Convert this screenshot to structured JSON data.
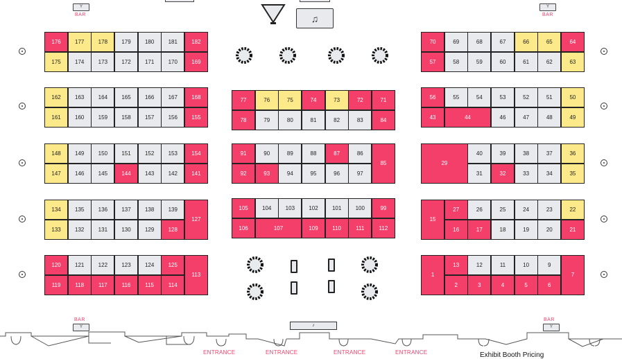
{
  "colors": {
    "sold": "#f43f6a",
    "reserved": "#fbe98a",
    "available": "#e8eaed"
  },
  "bars": {
    "label": "BAR",
    "icon": "cocktail-glass-icon"
  },
  "stage_icon": "music-note-icon",
  "entrance_label": "ENTRANCE",
  "pricing_heading": "Exhibit Booth Pricing",
  "blocks": {
    "L1": [
      [
        "176",
        "sold"
      ],
      [
        "177",
        "reserved"
      ],
      [
        "178",
        "reserved"
      ],
      [
        "179",
        "available"
      ],
      [
        "180",
        "available"
      ],
      [
        "181",
        "available"
      ],
      [
        "182",
        "sold"
      ],
      [
        "175",
        "reserved"
      ],
      [
        "174",
        "available"
      ],
      [
        "173",
        "available"
      ],
      [
        "172",
        "available"
      ],
      [
        "171",
        "available"
      ],
      [
        "170",
        "available"
      ],
      [
        "169",
        "sold"
      ]
    ],
    "L2": [
      [
        "162",
        "reserved"
      ],
      [
        "163",
        "available"
      ],
      [
        "164",
        "available"
      ],
      [
        "165",
        "available"
      ],
      [
        "166",
        "available"
      ],
      [
        "167",
        "available"
      ],
      [
        "168",
        "sold"
      ],
      [
        "161",
        "reserved"
      ],
      [
        "160",
        "available"
      ],
      [
        "159",
        "available"
      ],
      [
        "158",
        "available"
      ],
      [
        "157",
        "available"
      ],
      [
        "156",
        "available"
      ],
      [
        "155",
        "sold"
      ]
    ],
    "L3": [
      [
        "148",
        "reserved"
      ],
      [
        "149",
        "available"
      ],
      [
        "150",
        "available"
      ],
      [
        "151",
        "available"
      ],
      [
        "152",
        "available"
      ],
      [
        "153",
        "available"
      ],
      [
        "154",
        "sold"
      ],
      [
        "147",
        "reserved"
      ],
      [
        "146",
        "available"
      ],
      [
        "145",
        "available"
      ],
      [
        "144",
        "sold"
      ],
      [
        "143",
        "available"
      ],
      [
        "142",
        "available"
      ],
      [
        "141",
        "sold"
      ]
    ],
    "L4": [
      [
        "134",
        "reserved"
      ],
      [
        "135",
        "available"
      ],
      [
        "136",
        "available"
      ],
      [
        "137",
        "available"
      ],
      [
        "138",
        "available"
      ],
      [
        "139",
        "available"
      ],
      [
        "127",
        "sold",
        "tall"
      ],
      [
        "133",
        "reserved"
      ],
      [
        "132",
        "available"
      ],
      [
        "131",
        "available"
      ],
      [
        "130",
        "available"
      ],
      [
        "129",
        "available"
      ],
      [
        "128",
        "sold"
      ]
    ],
    "L5": [
      [
        "120",
        "sold"
      ],
      [
        "121",
        "available"
      ],
      [
        "122",
        "available"
      ],
      [
        "123",
        "available"
      ],
      [
        "124",
        "available"
      ],
      [
        "125",
        "sold"
      ],
      [
        "113",
        "sold",
        "tall"
      ],
      [
        "119",
        "sold"
      ],
      [
        "118",
        "sold"
      ],
      [
        "117",
        "sold"
      ],
      [
        "116",
        "sold"
      ],
      [
        "115",
        "sold"
      ],
      [
        "114",
        "sold"
      ]
    ],
    "M1": [
      [
        "77",
        "sold"
      ],
      [
        "76",
        "reserved"
      ],
      [
        "75",
        "reserved"
      ],
      [
        "74",
        "sold"
      ],
      [
        "73",
        "reserved"
      ],
      [
        "72",
        "sold"
      ],
      [
        "71",
        "sold"
      ],
      [
        "78",
        "sold"
      ],
      [
        "79",
        "available"
      ],
      [
        "80",
        "available"
      ],
      [
        "81",
        "available"
      ],
      [
        "82",
        "available"
      ],
      [
        "83",
        "available"
      ],
      [
        "84",
        "sold"
      ]
    ],
    "M2": [
      [
        "91",
        "sold"
      ],
      [
        "90",
        "available"
      ],
      [
        "89",
        "available"
      ],
      [
        "88",
        "available"
      ],
      [
        "87",
        "sold"
      ],
      [
        "86",
        "available"
      ],
      [
        "85",
        "sold",
        "tall"
      ],
      [
        "92",
        "sold"
      ],
      [
        "93",
        "sold"
      ],
      [
        "94",
        "available"
      ],
      [
        "95",
        "available"
      ],
      [
        "96",
        "available"
      ],
      [
        "97",
        "available"
      ]
    ],
    "M3": [
      [
        "105",
        "sold"
      ],
      [
        "104",
        "available"
      ],
      [
        "103",
        "available"
      ],
      [
        "102",
        "available"
      ],
      [
        "101",
        "available"
      ],
      [
        "100",
        "available"
      ],
      [
        "99",
        "sold"
      ],
      [
        "106",
        "sold"
      ],
      [
        "107",
        "sold",
        "wide"
      ],
      [
        "109",
        "sold"
      ],
      [
        "110",
        "sold"
      ],
      [
        "111",
        "sold"
      ],
      [
        "112",
        "sold"
      ]
    ],
    "R1": [
      [
        "70",
        "sold"
      ],
      [
        "69",
        "available"
      ],
      [
        "68",
        "available"
      ],
      [
        "67",
        "available"
      ],
      [
        "66",
        "reserved"
      ],
      [
        "65",
        "reserved"
      ],
      [
        "64",
        "sold"
      ],
      [
        "57",
        "sold"
      ],
      [
        "58",
        "available"
      ],
      [
        "59",
        "available"
      ],
      [
        "60",
        "available"
      ],
      [
        "61",
        "available"
      ],
      [
        "62",
        "available"
      ],
      [
        "63",
        "reserved"
      ]
    ],
    "R2": [
      [
        "56",
        "sold"
      ],
      [
        "55",
        "available"
      ],
      [
        "54",
        "available"
      ],
      [
        "53",
        "available"
      ],
      [
        "52",
        "available"
      ],
      [
        "51",
        "available"
      ],
      [
        "50",
        "reserved"
      ],
      [
        "43",
        "sold"
      ],
      [
        "44",
        "sold",
        "wide"
      ],
      [
        "46",
        "available"
      ],
      [
        "47",
        "available"
      ],
      [
        "48",
        "available"
      ],
      [
        "49",
        "reserved"
      ]
    ],
    "R3": [
      [
        "29",
        "sold",
        "big"
      ],
      [
        "40",
        "available"
      ],
      [
        "39",
        "available"
      ],
      [
        "38",
        "available"
      ],
      [
        "37",
        "available"
      ],
      [
        "36",
        "reserved"
      ],
      [
        "31",
        "available"
      ],
      [
        "32",
        "sold"
      ],
      [
        "33",
        "available"
      ],
      [
        "34",
        "available"
      ],
      [
        "35",
        "reserved"
      ]
    ],
    "R4": [
      [
        "15",
        "sold",
        "tall"
      ],
      [
        "27",
        "sold"
      ],
      [
        "26",
        "available"
      ],
      [
        "25",
        "available"
      ],
      [
        "24",
        "available"
      ],
      [
        "23",
        "available"
      ],
      [
        "22",
        "reserved"
      ],
      [
        "16",
        "sold"
      ],
      [
        "17",
        "sold"
      ],
      [
        "18",
        "available"
      ],
      [
        "19",
        "available"
      ],
      [
        "20",
        "available"
      ],
      [
        "21",
        "sold"
      ]
    ],
    "R5": [
      [
        "1",
        "sold",
        "tall"
      ],
      [
        "13",
        "sold"
      ],
      [
        "12",
        "available"
      ],
      [
        "11",
        "available"
      ],
      [
        "10",
        "available"
      ],
      [
        "9",
        "available"
      ],
      [
        "7",
        "sold",
        "tall"
      ],
      [
        "2",
        "sold"
      ],
      [
        "3",
        "sold"
      ],
      [
        "4",
        "sold"
      ],
      [
        "5",
        "sold"
      ],
      [
        "6",
        "sold"
      ]
    ]
  }
}
